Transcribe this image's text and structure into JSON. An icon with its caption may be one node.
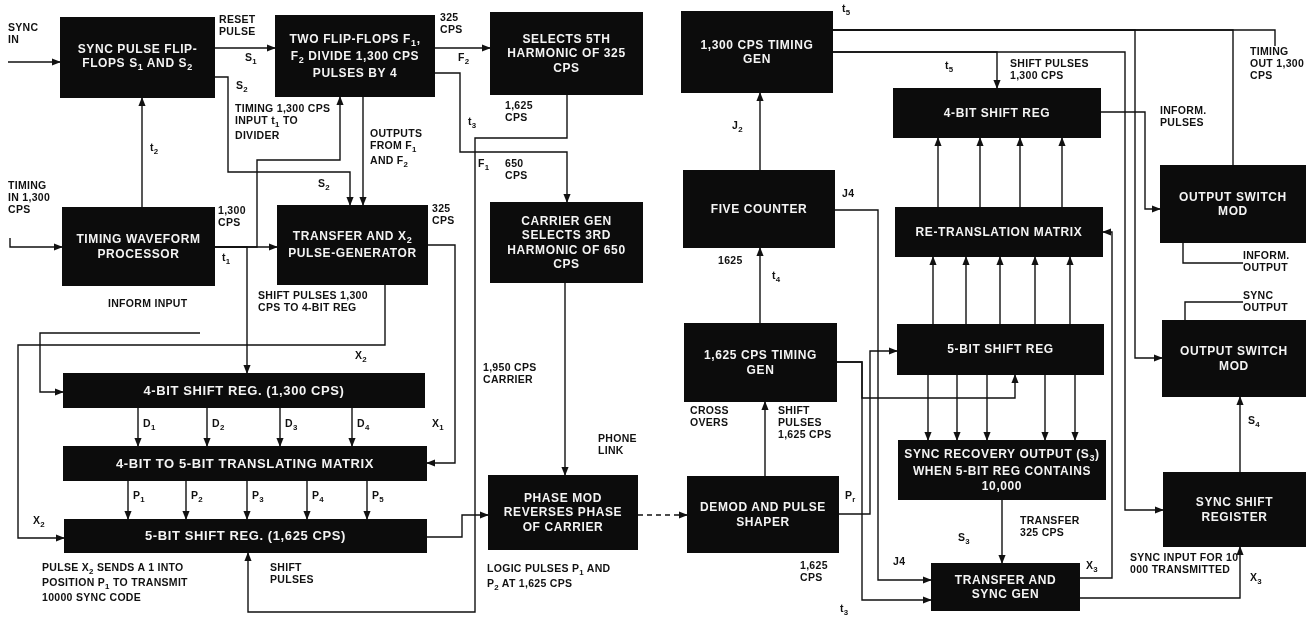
{
  "diagram": {
    "nodes": [
      {
        "text": [
          "SYNC PULSE FLIP-FLOPS S$_{1}$ AND S$_{2}$"
        ]
      },
      {
        "text": [
          "TWO FLIP-FLOPS F$_{1}$, F$_{2}$ DIVIDE 1,300 CPS PULSES BY 4"
        ]
      },
      {
        "text": [
          "SELECTS 5TH HARMONIC OF 325 CPS"
        ]
      },
      {
        "text": [
          "TIMING WAVEFORM PROCESSOR"
        ]
      },
      {
        "text": [
          "TRANSFER AND X$_{2}$ PULSE-GENERATOR"
        ]
      },
      {
        "text": [
          "CARRIER GEN SELECTS 3RD HARMONIC OF 650 CPS"
        ]
      },
      {
        "text": [
          "4-BIT SHIFT REG. (1,300 CPS)"
        ]
      },
      {
        "text": [
          "4-BIT TO 5-BIT TRANSLATING MATRIX"
        ]
      },
      {
        "text": [
          "5-BIT SHIFT REG. (1,625 CPS)"
        ]
      },
      {
        "text": [
          "PHASE MOD REVERSES PHASE OF CARRIER"
        ]
      },
      {
        "text": [
          "1,300 CPS TIMING GEN"
        ]
      },
      {
        "text": [
          "FIVE COUNTER"
        ]
      },
      {
        "text": [
          "4-BIT SHIFT REG"
        ]
      },
      {
        "text": [
          "RE-TRANSLATION MATRIX"
        ]
      },
      {
        "text": [
          "OUTPUT SWITCH MOD"
        ]
      },
      {
        "text": [
          "1,625 CPS TIMING GEN"
        ]
      },
      {
        "text": [
          "5-BIT SHIFT REG"
        ]
      },
      {
        "text": [
          "OUTPUT SWITCH MOD"
        ]
      },
      {
        "text": [
          "SYNC RECOVERY OUTPUT (S$_{3}$) WHEN 5-BIT REG CONTAINS 10,000"
        ]
      },
      {
        "text": [
          "DEMOD AND PULSE SHAPER"
        ]
      },
      {
        "text": [
          "SYNC SHIFT REGISTER"
        ]
      },
      {
        "text": [
          "TRANSFER AND SYNC GEN"
        ]
      },
      {
        "text": [
          "SYNC IN"
        ]
      },
      {
        "text": [
          "TIMING IN 1,300 CPS"
        ]
      },
      {
        "text": [
          "INFORM INPUT"
        ]
      },
      {
        "text": [
          "TIMING OUT 1,300 CPS"
        ]
      },
      {
        "text": [
          "INFORM. OUTPUT"
        ]
      },
      {
        "text": [
          "SYNC OUTPUT"
        ]
      }
    ],
    "edges": [
      {
        "from": 22,
        "to": 0,
        "arrow": "to"
      },
      {
        "from": 0,
        "to": 1,
        "arrow": "to"
      },
      {
        "from": 0,
        "to": 4,
        "arrow": "to"
      },
      {
        "from": 3,
        "to": 0,
        "arrow": "to"
      },
      {
        "from": 23,
        "to": 3,
        "arrow": "to"
      },
      {
        "from": 3,
        "to": 4,
        "arrow": "to"
      },
      {
        "from": 3,
        "to": 1,
        "arrow": "to"
      },
      {
        "from": 1,
        "to": 2,
        "arrow": "to"
      },
      {
        "from": 1,
        "to": 4,
        "arrow": "to"
      },
      {
        "from": 1,
        "to": 5,
        "arrow": "to"
      },
      {
        "from": 2,
        "to": 8,
        "arrow": "to"
      },
      {
        "from": 4,
        "to": 7,
        "arrow": "to"
      },
      {
        "from": 3,
        "to": 6,
        "arrow": "to"
      },
      {
        "from": 4,
        "to": 8,
        "arrow": "to"
      },
      {
        "from": 24,
        "to": 6,
        "arrow": "to"
      },
      {
        "from": 6,
        "to": 7,
        "arrow": "to"
      },
      {
        "from": 6,
        "to": 7,
        "arrow": "to"
      },
      {
        "from": 6,
        "to": 7,
        "arrow": "to"
      },
      {
        "from": 6,
        "to": 7,
        "arrow": "to"
      },
      {
        "from": 7,
        "to": 8,
        "arrow": "to"
      },
      {
        "from": 7,
        "to": 8,
        "arrow": "to"
      },
      {
        "from": 7,
        "to": 8,
        "arrow": "to"
      },
      {
        "from": 7,
        "to": 8,
        "arrow": "to"
      },
      {
        "from": 7,
        "to": 8,
        "arrow": "to"
      },
      {
        "from": 8,
        "to": 9,
        "arrow": "to"
      },
      {
        "from": 5,
        "to": 9,
        "arrow": "to"
      },
      {
        "from": 9,
        "to": 19,
        "arrow": "to",
        "style": "dashed"
      },
      {
        "from": 19,
        "to": 15,
        "arrow": "to"
      },
      {
        "from": 15,
        "to": 11,
        "arrow": "to"
      },
      {
        "from": 11,
        "to": 10,
        "arrow": "to"
      },
      {
        "from": 10,
        "to": 25,
        "arrow": "none"
      },
      {
        "from": 10,
        "to": 12,
        "arrow": "to"
      },
      {
        "from": 10,
        "to": 14,
        "arrow": "none"
      },
      {
        "from": 12,
        "to": 14,
        "arrow": "to"
      },
      {
        "from": 13,
        "to": 12,
        "arrow": "to"
      },
      {
        "from": 13,
        "to": 12,
        "arrow": "to"
      },
      {
        "from": 13,
        "to": 12,
        "arrow": "to"
      },
      {
        "from": 13,
        "to": 12,
        "arrow": "to"
      },
      {
        "from": 16,
        "to": 13,
        "arrow": "to"
      },
      {
        "from": 16,
        "to": 13,
        "arrow": "to"
      },
      {
        "from": 16,
        "to": 13,
        "arrow": "to"
      },
      {
        "from": 16,
        "to": 13,
        "arrow": "to"
      },
      {
        "from": 16,
        "to": 13,
        "arrow": "to"
      },
      {
        "from": 16,
        "to": 18,
        "arrow": "to"
      },
      {
        "from": 16,
        "to": 18,
        "arrow": "to"
      },
      {
        "from": 16,
        "to": 18,
        "arrow": "to"
      },
      {
        "from": 16,
        "to": 18,
        "arrow": "to"
      },
      {
        "from": 16,
        "to": 18,
        "arrow": "to"
      },
      {
        "from": 15,
        "to": 16,
        "arrow": "to"
      },
      {
        "from": 19,
        "to": 16,
        "arrow": "to"
      },
      {
        "from": 11,
        "to": 21,
        "arrow": "to"
      },
      {
        "from": 18,
        "to": 21,
        "arrow": "to"
      },
      {
        "from": 21,
        "to": 13,
        "arrow": "to"
      },
      {
        "from": 21,
        "to": 20,
        "arrow": "to"
      },
      {
        "from": 20,
        "to": 17,
        "arrow": "to"
      },
      {
        "from": 14,
        "to": 26,
        "arrow": "none"
      },
      {
        "from": 17,
        "to": 27,
        "arrow": "none"
      },
      {
        "from": 15,
        "to": 21,
        "arrow": "to"
      },
      {
        "from": 10,
        "to": 17,
        "arrow": "to"
      },
      {
        "from": 10,
        "to": 20,
        "arrow": "to"
      }
    ],
    "labels": [
      "RESET PULSE",
      "S$_{1}$",
      "S$_{2}$",
      "325 CPS",
      "F$_{2}$",
      "TIMING 1,300 CPS INPUT t$_{1}$ TO DIVIDER",
      "t$_{2}$",
      "OUTPUTS FROM F$_{1}$ AND F$_{2}$",
      "S$_{2}$",
      "t$_{3}$",
      "1,625 CPS",
      "F$_{1}$",
      "650 CPS",
      "1,300 CPS",
      "325 CPS",
      "t$_{1}$",
      "SHIFT PULSES 1,300 CPS TO 4-BIT REG",
      "X$_{2}$",
      "1,950 CPS CARRIER",
      "D$_{1}$",
      "D$_{2}$",
      "D$_{3}$",
      "D$_{4}$",
      "X$_{1}$",
      "P$_{1}$",
      "P$_{2}$",
      "P$_{3}$",
      "P$_{4}$",
      "P$_{5}$",
      "PHONE LINK",
      "X$_{2}$",
      "PULSE X$_{2}$ SENDS A 1 INTO POSITION P$_{1}$ TO TRANSMIT 10000 SYNC CODE",
      "SHIFT PULSES",
      "LOGIC PULSES P$_{1}$ AND P$_{2}$ AT 1,625 CPS",
      "t$_{5}$",
      "t$_{5}$",
      "SHIFT PULSES 1,300 CPS",
      "J$_{2}$",
      "INFORM. PULSES",
      "J4",
      "1625",
      "t$_{4}$",
      "CROSS OVERS",
      "SHIFT PULSES 1,625 CPS",
      "P$_{r}$",
      "S$_{4}$",
      "TRANSFER 325 CPS",
      "S$_{3}$",
      "1,625 CPS",
      "t$_{3}$",
      "J4",
      "X$_{3}$",
      "SYNC INPUT FOR 10 000 TRANSMITTED",
      "X$_{3}$"
    ]
  }
}
